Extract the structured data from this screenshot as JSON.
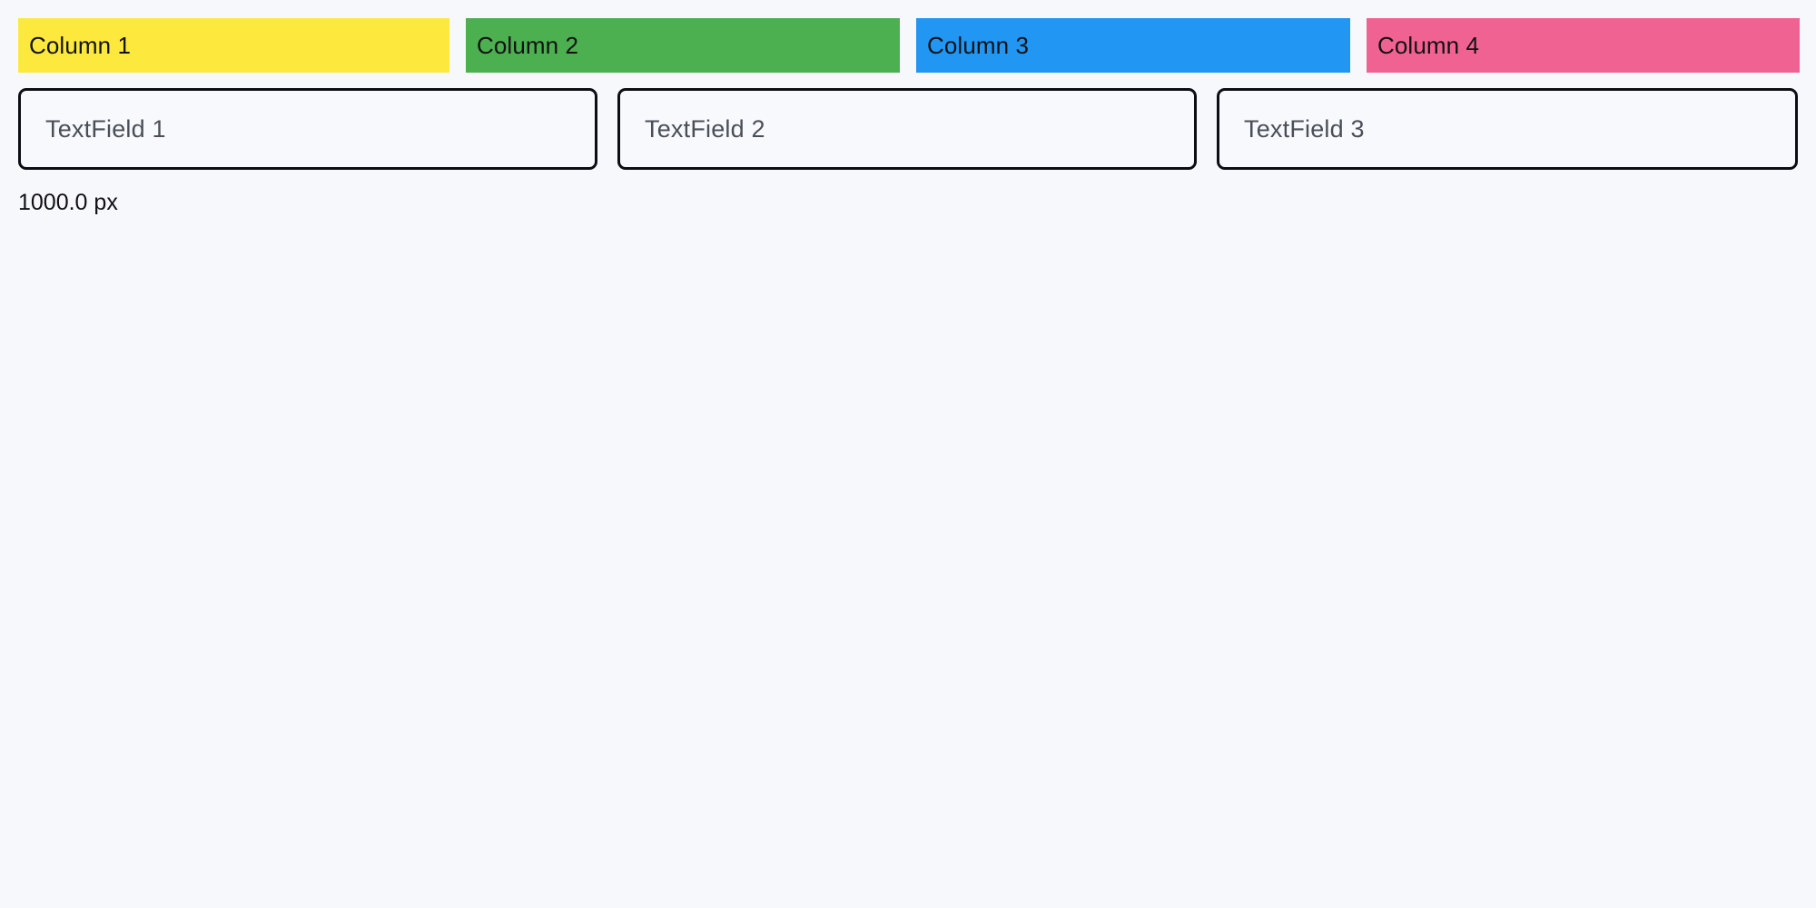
{
  "page": {
    "background_color": "#f7f8fc",
    "size_label": "1000.0 px"
  },
  "columns": {
    "items": [
      {
        "label": "Column 1",
        "color": "#fde83e",
        "text_color": "#121212"
      },
      {
        "label": "Column 2",
        "color": "#4caf50",
        "text_color": "#121212"
      },
      {
        "label": "Column 3",
        "color": "#2196f3",
        "text_color": "#121212"
      },
      {
        "label": "Column 4",
        "color": "#f06292",
        "text_color": "#121212"
      }
    ]
  },
  "textfields": {
    "items": [
      {
        "placeholder": "TextField 1",
        "value": ""
      },
      {
        "placeholder": "TextField 2",
        "value": ""
      },
      {
        "placeholder": "TextField 3",
        "value": ""
      }
    ],
    "border_color": "#0d0d14",
    "placeholder_color": "#4a4f57"
  }
}
